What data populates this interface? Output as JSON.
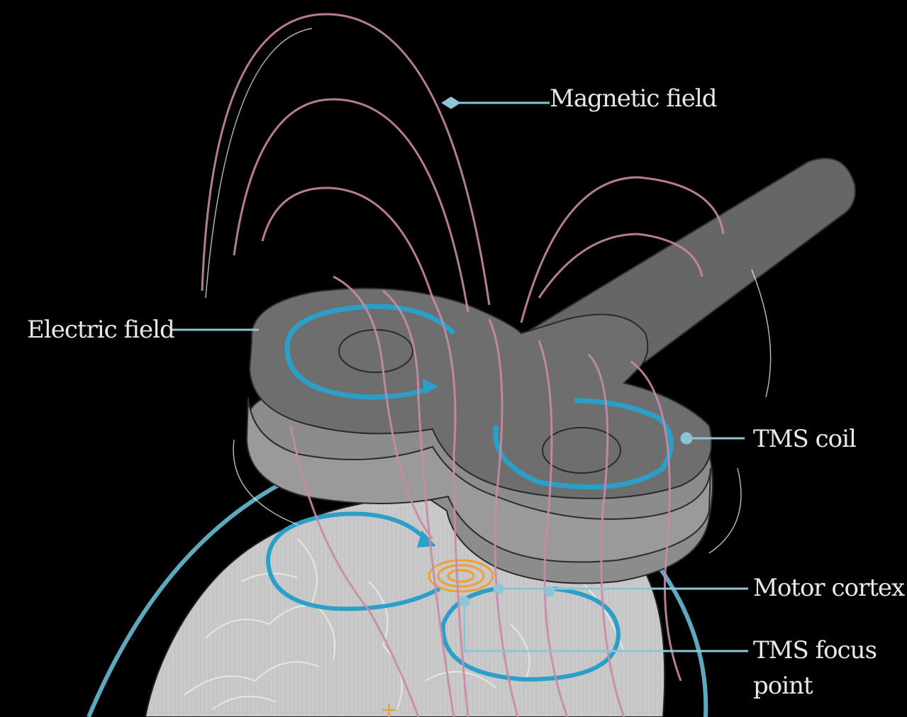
{
  "labels": {
    "magnetic_field": "Magnetic field",
    "electric_field": "Electric field",
    "tms_coil": "TMS coil",
    "motor_cortex": "Motor cortex",
    "tms_focus_line1": "TMS focus",
    "tms_focus_line2": "point"
  },
  "colors": {
    "background": "#000000",
    "magnetic_field_lines": "#c98aa8",
    "electric_field": "#2aa0c8",
    "coil_top": "#6e6e6e",
    "coil_side": "#8c8c8c",
    "handle": "#666666",
    "head_outline": "#5fa8c0",
    "brain": "#c8c8c8",
    "focus_point": "#f0a030",
    "leader_lines": "#8ec4d8"
  },
  "icons": {
    "coil": "figure-eight-coil-icon",
    "brain": "brain-icon",
    "focus": "focus-point-icon"
  }
}
